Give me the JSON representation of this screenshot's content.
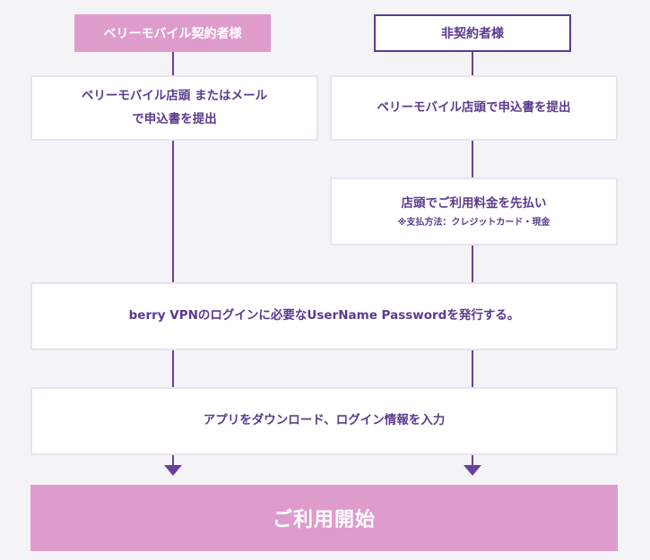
{
  "headers": {
    "member": "ベリーモバイル契約者様",
    "non_member": "非契約者様"
  },
  "left_steps": {
    "apply_line1": "ベリーモバイル店頭 またはメール",
    "apply_line2": "で申込書を提出"
  },
  "right_steps": {
    "apply": "ベリーモバイル店頭で申込書を提出",
    "pay": "店頭でご利用料金を先払い",
    "pay_note": "※支払方法：クレジットカード・現金"
  },
  "shared_steps": {
    "issue": "berry VPNのログインに必要なUserName Passwordを発行する。",
    "install": "アプリをダウンロード、ログイン情報を入力"
  },
  "final": "ご利用開始",
  "colors": {
    "accent_pink": "#de9ccd",
    "accent_purple": "#5b3a8e",
    "line": "#6a3f9e"
  }
}
